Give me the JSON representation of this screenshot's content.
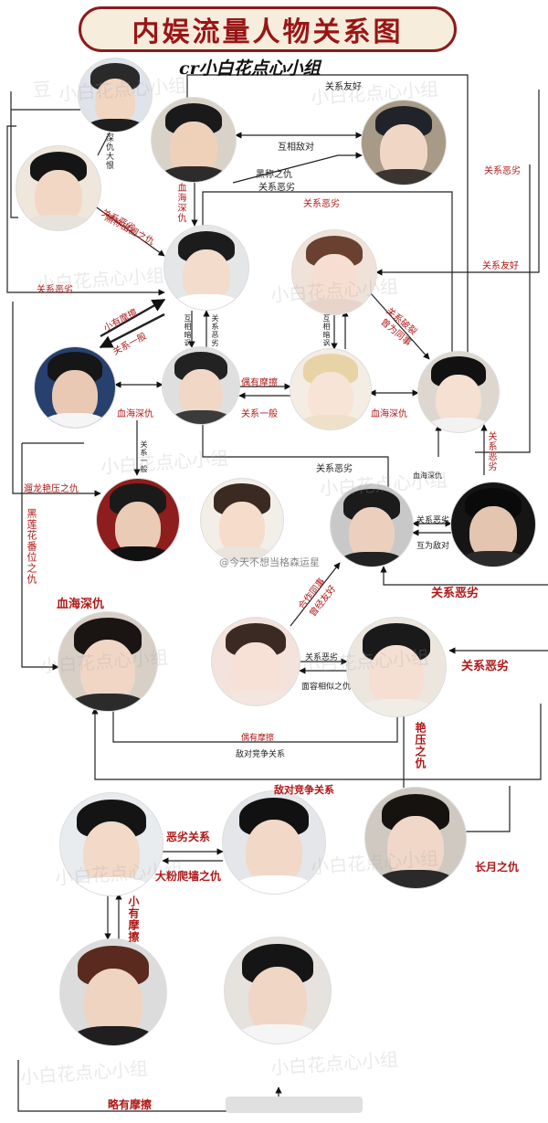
{
  "title": "内娱流量人物关系图",
  "credit": "cr小白花点心小组",
  "weibo_tag": "@今天不想当格森运星",
  "watermark": "小白花点心小组",
  "watermark_icon": "豆",
  "relations": {
    "r01": "关系友好",
    "r02": "深仇大恨",
    "r03": "互相敌对",
    "r04": "关系恶劣",
    "r05": "黑称之仇",
    "r06": "关系恶劣",
    "r07": "血海深仇",
    "r08": "关系恶劣",
    "r09": "黑称出圈之仇",
    "r10": "关系恶劣",
    "r11": "关系友好",
    "r12": "关系恶劣",
    "r13": "小有摩擦",
    "r14": "关系一般",
    "r15": "互相暗讽",
    "r16": "关系恶劣",
    "r17": "互相暗讽",
    "r18": "关系破裂",
    "r19": "曾为同事",
    "r20": "血海深仇",
    "r21": "偶有摩擦",
    "r22": "关系一般",
    "r23": "血海深仇",
    "r24": "关系一般",
    "r25": "关系恶劣",
    "r26": "血海深仇",
    "r27": "关系恶劣",
    "r28": "关系恶劣",
    "r29": "互为敌对",
    "r30": "遛龙艳压之仇",
    "r31": "黑莲花番位之仇",
    "r32": "关系恶劣",
    "r33": "合作同事",
    "r34": "曾经友好",
    "r35": "血海深仇",
    "r36": "关系恶劣",
    "r37": "关系恶劣",
    "r38": "面容相似之仇",
    "r39": "偶有摩擦",
    "r40": "敌对竞争关系",
    "r41": "艳压之仇",
    "r42": "敌对竞争关系",
    "r43": "恶劣关系",
    "r44": "大粉爬墙之仇",
    "r45": "长月之仇",
    "r46": "小有摩擦",
    "r47": "略有摩擦"
  }
}
